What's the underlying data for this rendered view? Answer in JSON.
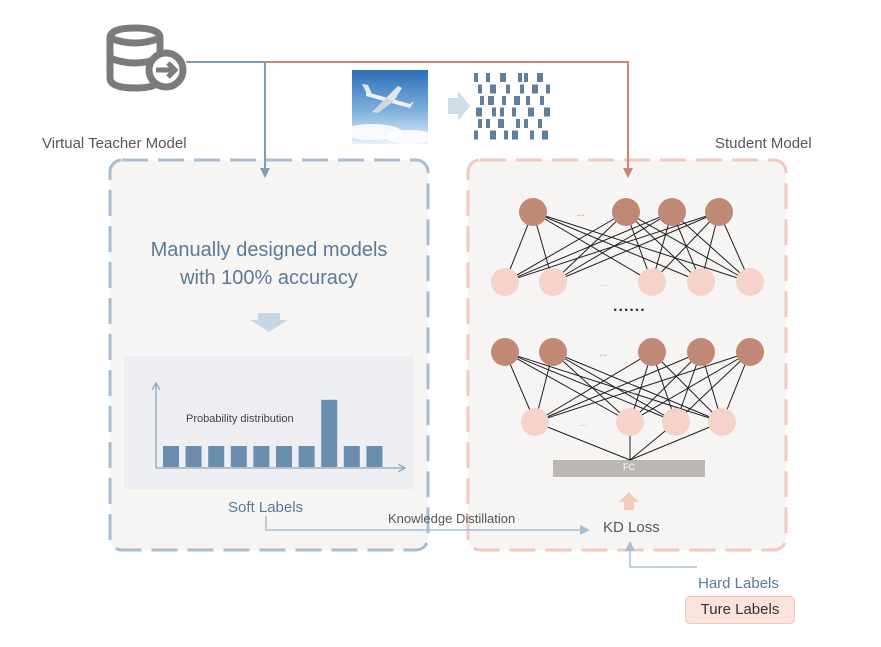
{
  "teacher": {
    "title": "Virtual Teacher Model",
    "description_line1": "Manually designed models",
    "description_line2": "with 100% accuracy",
    "chart_label": "Probability distribution",
    "output_label": "Soft Labels",
    "bar_values": [
      1,
      1,
      1,
      1,
      1,
      1,
      1,
      3.2,
      1,
      1
    ]
  },
  "student": {
    "title": "Student Model",
    "layer_gap_text": "......",
    "fc_label": "FC",
    "ellipsis": "..."
  },
  "flow": {
    "distillation_label": "Knowledge Distillation",
    "loss_label": "KD Loss",
    "hard_labels": "Hard Labels",
    "true_labels": "Ture Labels"
  },
  "colors": {
    "teacher_accent": "#8aa4bd",
    "teacher_text": "#5b7a98",
    "student_accent": "#f2c9bf",
    "student_node_dark": "#c08976",
    "student_node_light": "#f6d3c9",
    "arrow_orange": "#c9876f",
    "arrow_blue": "#7f9cb5",
    "bar": "#6a8fae"
  },
  "icons": {
    "database": "database-export-icon",
    "airplane": "airplane-photo",
    "barcode": "feature-stripes-icon"
  }
}
